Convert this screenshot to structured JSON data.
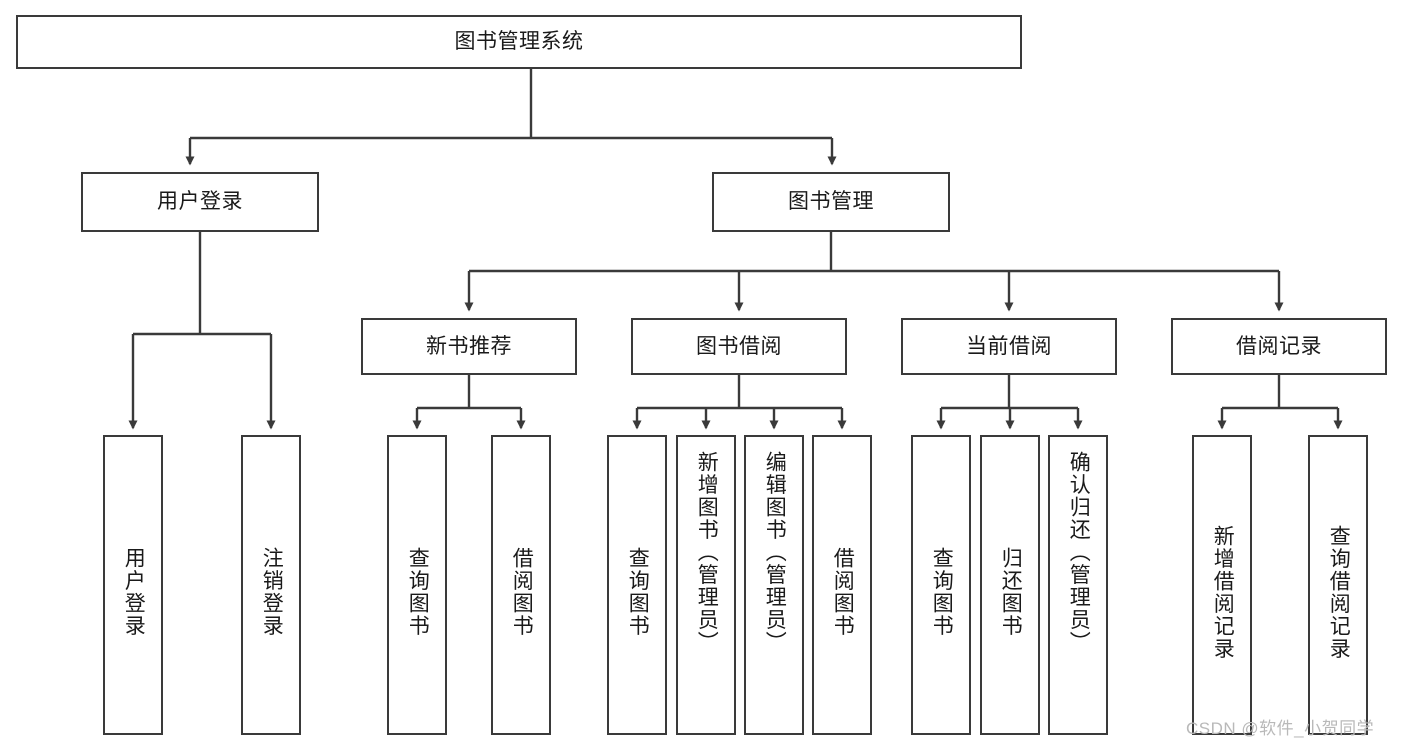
{
  "diagram": {
    "type": "tree",
    "title": "图书管理系统",
    "background_color": "#ffffff",
    "border_color": "#3a3a3a",
    "text_color": "#1a1a1a",
    "root": {
      "label": "图书管理系统",
      "children": [
        {
          "label": "用户登录",
          "children": [
            {
              "label": "用户登录"
            },
            {
              "label": "注销登录"
            }
          ]
        },
        {
          "label": "图书管理",
          "children": [
            {
              "label": "新书推荐",
              "children": [
                {
                  "label": "查询图书"
                },
                {
                  "label": "借阅图书"
                }
              ]
            },
            {
              "label": "图书借阅",
              "children": [
                {
                  "label": "查询图书"
                },
                {
                  "label": "新增图书（管理员）"
                },
                {
                  "label": "编辑图书（管理员）"
                },
                {
                  "label": "借阅图书"
                }
              ]
            },
            {
              "label": "当前借阅",
              "children": [
                {
                  "label": "查询图书"
                },
                {
                  "label": "归还图书"
                },
                {
                  "label": "确认归还（管理员）"
                }
              ]
            },
            {
              "label": "借阅记录",
              "children": [
                {
                  "label": "新增借阅记录"
                },
                {
                  "label": "查询借阅记录"
                }
              ]
            }
          ]
        }
      ]
    }
  },
  "nodes": {
    "root": "图书管理系统",
    "user_login": "用户登录",
    "book_manage": "图书管理",
    "user_login_child_1": "用户登录",
    "user_login_child_2": "注销登录",
    "new_book_rec": "新书推荐",
    "book_borrow": "图书借阅",
    "current_borrow": "当前借阅",
    "borrow_record": "借阅记录",
    "nbr_child_1": "查询图书",
    "nbr_child_2": "借阅图书",
    "bb_child_1": "查询图书",
    "bb_child_2": "新增图书（管理员）",
    "bb_child_3": "编辑图书（管理员）",
    "bb_child_4": "借阅图书",
    "cb_child_1": "查询图书",
    "cb_child_2": "归还图书",
    "cb_child_3": "确认归还（管理员）",
    "br_child_1": "新增借阅记录",
    "br_child_2": "查询借阅记录"
  },
  "watermark": {
    "text": "CSDN @软件_小贺同学",
    "color": "#b9b9b9"
  }
}
